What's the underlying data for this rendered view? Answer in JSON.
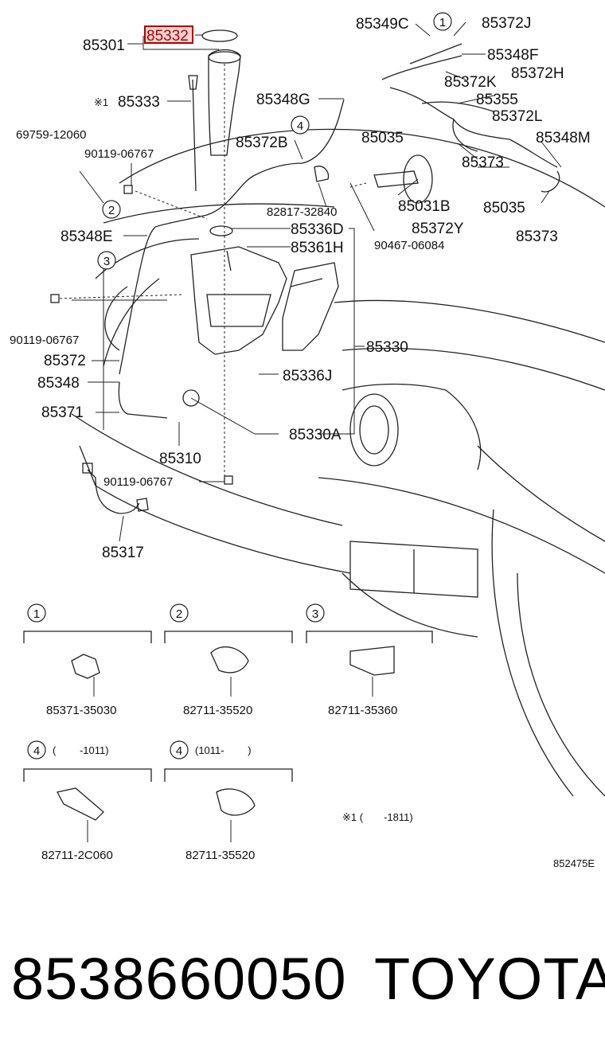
{
  "labels": {
    "l85301": "85301",
    "l85332": "85332",
    "l85333": "85333",
    "note1_mark": "※1",
    "l69759": "69759-12060",
    "l90119a": "90119-06767",
    "l85349C": "85349C",
    "l85372J": "85372J",
    "l85348F": "85348F",
    "l85372H": "85372H",
    "l85372K": "85372K",
    "l85348G": "85348G",
    "l85355": "85355",
    "l85372L": "85372L",
    "l85035a": "85035",
    "l85348M": "85348M",
    "l85372B": "85372B",
    "l85373a": "85373",
    "l85031B": "85031B",
    "l85035b": "85035",
    "l82817": "82817-32840",
    "l85373b": "85373",
    "l85372Y": "85372Y",
    "l85348E": "85348E",
    "l85336D": "85336D",
    "l90467": "90467-06084",
    "l85361H": "85361H",
    "l90119b": "90119-06767",
    "l85330": "85330",
    "l85372": "85372",
    "l85348": "85348",
    "l85336J": "85336J",
    "l85371": "85371",
    "l85330A": "85330A",
    "l85310": "85310",
    "l90119c": "90119-06767",
    "l85317": "85317"
  },
  "callouts": [
    "1",
    "2",
    "3",
    "4"
  ],
  "detail_boxes": [
    {
      "num": "1",
      "range": "",
      "part": "85371-35030"
    },
    {
      "num": "2",
      "range": "",
      "part": "82711-35520"
    },
    {
      "num": "3",
      "range": "",
      "part": "82711-35360"
    },
    {
      "num": "4",
      "range": "(　　 -1011)",
      "part": "82711-2C060"
    },
    {
      "num": "4",
      "range": "(1011-　　 )",
      "part": "82711-35520"
    }
  ],
  "note": "※1 (　　-1811)",
  "diagram_code": "852475E",
  "footer": {
    "part_number": "8538660050",
    "brand": "TOYOTA"
  },
  "colors": {
    "highlight": "#b00000",
    "highlight_fill": "#f7d6d6",
    "ink": "#111111"
  }
}
